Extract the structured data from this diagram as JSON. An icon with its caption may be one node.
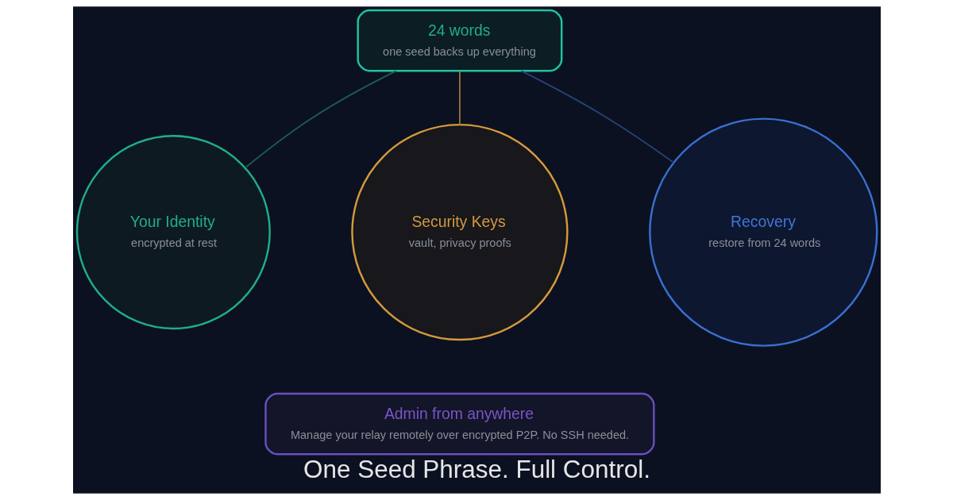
{
  "diagram": {
    "caption": "One Seed Phrase. Full Control.",
    "nodes": [
      {
        "text": [
          "24 words",
          "one seed backs up everything"
        ]
      },
      {
        "text": [
          "Your Identity",
          "encrypted at rest"
        ]
      },
      {
        "text": [
          "Security Keys",
          "vault, privacy proofs"
        ]
      },
      {
        "text": [
          "Recovery",
          "restore from 24 words"
        ]
      },
      {
        "text": [
          "Admin from anywhere",
          "Manage your relay remotely over encrypted P2P. No SSH needed."
        ]
      }
    ],
    "edges": [
      {
        "from": 0,
        "to": 1,
        "arrow": "none",
        "color": "#1b5e52"
      },
      {
        "from": 0,
        "to": 2,
        "arrow": "none",
        "color": "#9a7335"
      },
      {
        "from": 0,
        "to": 3,
        "arrow": "none",
        "color": "#27427a"
      }
    ]
  }
}
